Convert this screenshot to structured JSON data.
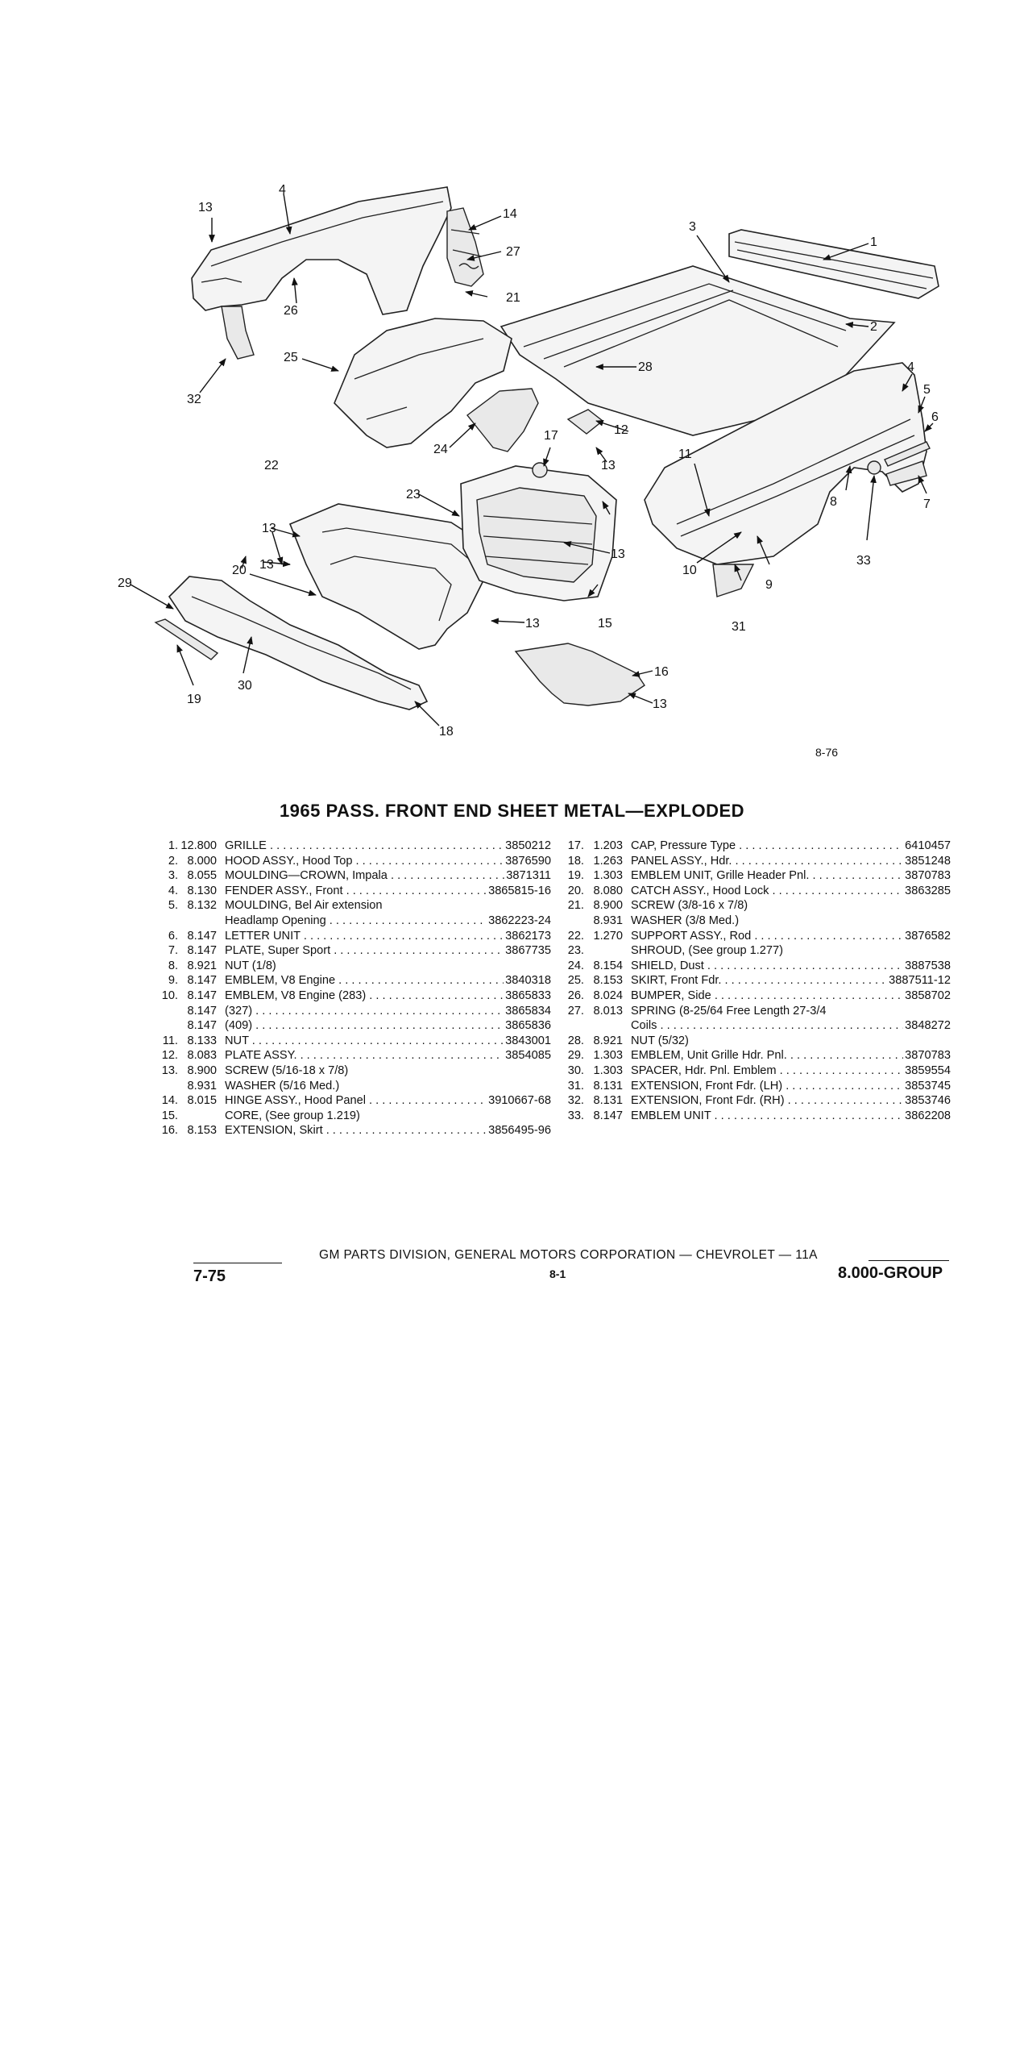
{
  "figure_number": "8-76",
  "title": "1965 PASS. FRONT END SHEET METAL—EXPLODED",
  "callouts": [
    "1",
    "2",
    "3",
    "4",
    "4",
    "5",
    "6",
    "7",
    "8",
    "9",
    "10",
    "11",
    "12",
    "13",
    "13",
    "13",
    "13",
    "13",
    "13",
    "13",
    "14",
    "15",
    "16",
    "17",
    "18",
    "19",
    "20",
    "21",
    "22",
    "23",
    "24",
    "25",
    "26",
    "27",
    "28",
    "29",
    "30",
    "31",
    "32",
    "33"
  ],
  "parts_left": [
    {
      "num": "1.",
      "group": "12.800",
      "desc": "GRILLE",
      "pn": "3850212"
    },
    {
      "num": "2.",
      "group": "8.000",
      "desc": "HOOD ASSY., Hood Top",
      "pn": "3876590"
    },
    {
      "num": "3.",
      "group": "8.055",
      "desc": "MOULDING—CROWN, Impala",
      "pn": "3871311"
    },
    {
      "num": "4.",
      "group": "8.130",
      "desc": "FENDER ASSY., Front",
      "pn": "3865815-16"
    },
    {
      "num": "5.",
      "group": "8.132",
      "desc": "MOULDING, Bel Air extension",
      "pn": ""
    },
    {
      "num": "",
      "group": "",
      "desc": "Headlamp Opening",
      "pn": "3862223-24"
    },
    {
      "num": "6.",
      "group": "8.147",
      "desc": "LETTER UNIT",
      "pn": "3862173"
    },
    {
      "num": "7.",
      "group": "8.147",
      "desc": "PLATE, Super Sport",
      "pn": "3867735"
    },
    {
      "num": "8.",
      "group": "8.921",
      "desc": "NUT (1/8)",
      "pn": ""
    },
    {
      "num": "9.",
      "group": "8.147",
      "desc": "EMBLEM, V8 Engine",
      "pn": "3840318"
    },
    {
      "num": "10.",
      "group": "8.147",
      "desc": "EMBLEM, V8 Engine (283)",
      "pn": "3865833"
    },
    {
      "num": "",
      "group": "8.147",
      "desc": "(327)",
      "pn": "3865834"
    },
    {
      "num": "",
      "group": "8.147",
      "desc": "(409)",
      "pn": "3865836"
    },
    {
      "num": "11.",
      "group": "8.133",
      "desc": "NUT",
      "pn": "3843001"
    },
    {
      "num": "12.",
      "group": "8.083",
      "desc": "PLATE ASSY.",
      "pn": "3854085"
    },
    {
      "num": "13.",
      "group": "8.900",
      "desc": "SCREW (5/16-18 x 7/8)",
      "pn": ""
    },
    {
      "num": "",
      "group": "8.931",
      "desc": "WASHER (5/16 Med.)",
      "pn": ""
    },
    {
      "num": "14.",
      "group": "8.015",
      "desc": "HINGE ASSY., Hood Panel",
      "pn": "3910667-68"
    },
    {
      "num": "15.",
      "group": "",
      "desc": "CORE, (See group 1.219)",
      "pn": ""
    },
    {
      "num": "16.",
      "group": "8.153",
      "desc": "EXTENSION, Skirt",
      "pn": "3856495-96"
    }
  ],
  "parts_right": [
    {
      "num": "17.",
      "group": "1.203",
      "desc": "CAP, Pressure Type",
      "pn": "6410457"
    },
    {
      "num": "18.",
      "group": "1.263",
      "desc": "PANEL ASSY., Hdr.",
      "pn": "3851248"
    },
    {
      "num": "19.",
      "group": "1.303",
      "desc": "EMBLEM UNIT, Grille Header Pnl.",
      "pn": "3870783"
    },
    {
      "num": "20.",
      "group": "8.080",
      "desc": "CATCH ASSY., Hood Lock",
      "pn": "3863285"
    },
    {
      "num": "21.",
      "group": "8.900",
      "desc": "SCREW (3/8-16 x 7/8)",
      "pn": ""
    },
    {
      "num": "",
      "group": "8.931",
      "desc": "WASHER (3/8 Med.)",
      "pn": ""
    },
    {
      "num": "22.",
      "group": "1.270",
      "desc": "SUPPORT ASSY., Rod",
      "pn": "3876582"
    },
    {
      "num": "23.",
      "group": "",
      "desc": "SHROUD, (See group 1.277)",
      "pn": ""
    },
    {
      "num": "24.",
      "group": "8.154",
      "desc": "SHIELD, Dust",
      "pn": "3887538"
    },
    {
      "num": "25.",
      "group": "8.153",
      "desc": "SKIRT, Front Fdr.",
      "pn": "3887511-12"
    },
    {
      "num": "26.",
      "group": "8.024",
      "desc": "BUMPER, Side",
      "pn": "3858702"
    },
    {
      "num": "27.",
      "group": "8.013",
      "desc": "SPRING (8-25/64 Free Length 27-3/4",
      "pn": ""
    },
    {
      "num": "",
      "group": "",
      "desc": "Coils",
      "pn": "3848272"
    },
    {
      "num": "28.",
      "group": "8.921",
      "desc": "NUT (5/32)",
      "pn": ""
    },
    {
      "num": "29.",
      "group": "1.303",
      "desc": "EMBLEM, Unit Grille Hdr. Pnl.",
      "pn": "3870783"
    },
    {
      "num": "30.",
      "group": "1.303",
      "desc": "SPACER, Hdr. Pnl. Emblem",
      "pn": "3859554"
    },
    {
      "num": "31.",
      "group": "8.131",
      "desc": "EXTENSION, Front Fdr. (LH)",
      "pn": "3853745"
    },
    {
      "num": "32.",
      "group": "8.131",
      "desc": "EXTENSION, Front Fdr. (RH)",
      "pn": "3853746"
    },
    {
      "num": "33.",
      "group": "8.147",
      "desc": "EMBLEM UNIT",
      "pn": "3862208"
    }
  ],
  "footer": {
    "date": "7-75",
    "text": "GM PARTS DIVISION, GENERAL MOTORS CORPORATION — CHEVROLET — 11A",
    "page": "8-1",
    "group": "8.000-GROUP"
  }
}
